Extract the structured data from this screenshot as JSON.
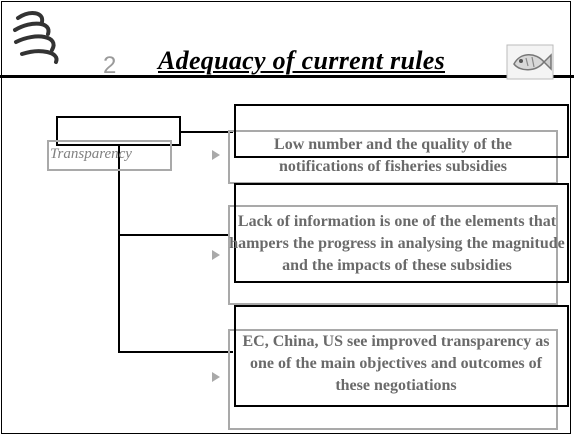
{
  "header": {
    "slide_number": "2",
    "title": "Adequacy of current rules"
  },
  "diagram": {
    "root_label": "Transparency",
    "items": [
      {
        "text": "Low number and the quality of the notifications of fisheries subsidies"
      },
      {
        "text": "Lack of information is one of the elements that hampers the progress in analysing the magnitude and the impacts of these subsidies"
      },
      {
        "text": "EC, China, US see improved transparency as one of the main objectives and outcomes of these negotiations"
      }
    ]
  },
  "colors": {
    "title": "#000000",
    "text": "#6a6a6a",
    "grey_box": "#a9a9a9"
  }
}
